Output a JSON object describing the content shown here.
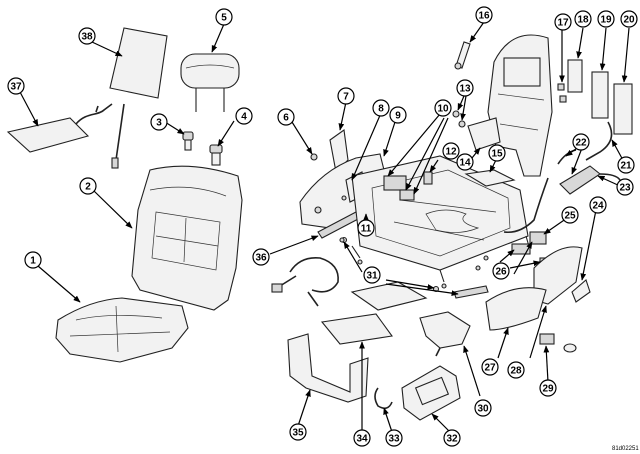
{
  "callouts": [
    "1",
    "2",
    "3",
    "4",
    "5",
    "6",
    "7",
    "8",
    "9",
    "10",
    "11",
    "12",
    "13",
    "14",
    "15",
    "16",
    "17",
    "18",
    "19",
    "20",
    "21",
    "22",
    "23",
    "24",
    "25",
    "26",
    "27",
    "28",
    "29",
    "30",
    "31",
    "32",
    "33",
    "34",
    "35",
    "36",
    "37",
    "38"
  ],
  "figure_ref": "81d02251"
}
